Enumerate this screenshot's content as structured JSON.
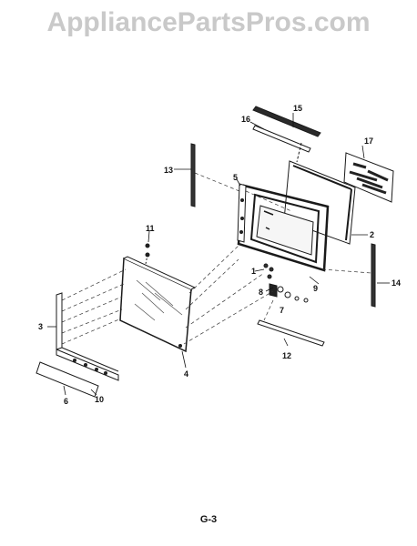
{
  "watermark": "AppliancePartsPros.com",
  "page_code": "G-3",
  "callouts": {
    "c1": "1",
    "c2": "2",
    "c3": "3",
    "c4": "4",
    "c5": "5",
    "c6": "6",
    "c7": "7",
    "c8": "8",
    "c9": "9",
    "c10": "10",
    "c11": "11",
    "c12": "12",
    "c13": "13",
    "c14": "14",
    "c15": "15",
    "c16": "16",
    "c17": "17"
  }
}
